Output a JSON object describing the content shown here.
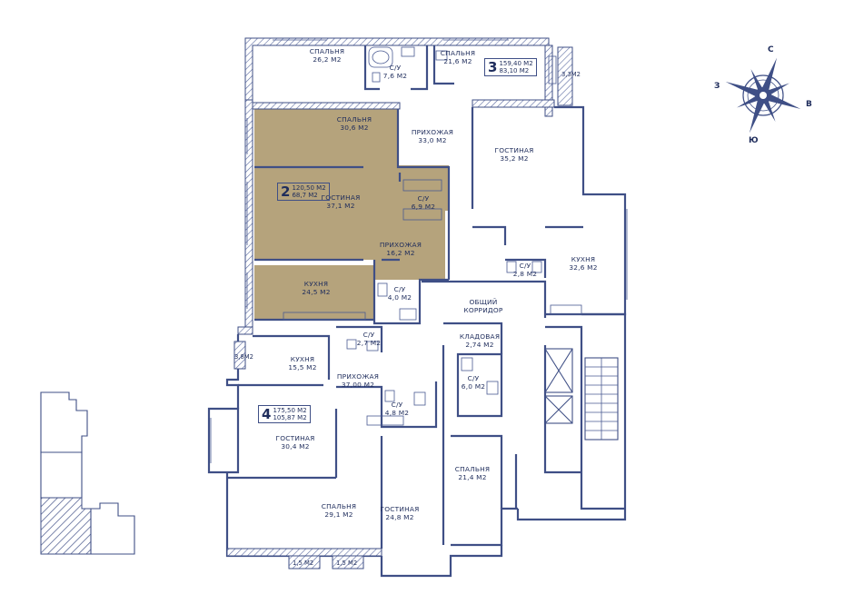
{
  "colors": {
    "wall": "#3f4f86",
    "label": "#1f2d5c",
    "selected_apartment": "#b5a37c",
    "background": "#ffffff"
  },
  "compass": {
    "north": "С",
    "south": "Ю",
    "west": "З",
    "east": "В"
  },
  "apartments": {
    "apt2": {
      "number": "2",
      "total_area": "120,50 М2",
      "living_area": "68,7 М2"
    },
    "apt3": {
      "number": "3",
      "total_area": "159,40 М2",
      "living_area": "83,10 М2"
    },
    "apt4": {
      "number": "4",
      "total_area": "175,50 М2",
      "living_area": "105,87 М2"
    }
  },
  "rooms": [
    {
      "name": "СПАЛЬНЯ",
      "area": "26,2 М2"
    },
    {
      "name": "С/У",
      "area": "7,6 М2"
    },
    {
      "name": "СПАЛЬНЯ",
      "area": "21,6 М2"
    },
    {
      "name": "СПАЛЬНЯ",
      "area": "30,6 М2"
    },
    {
      "name": "ПРИХОЖАЯ",
      "area": "33,0 М2"
    },
    {
      "name": "ГОСТИНАЯ",
      "area": "35,2 М2"
    },
    {
      "name": "ГОСТИНАЯ",
      "area": "37,1 М2"
    },
    {
      "name": "С/У",
      "area": "6,9 М2"
    },
    {
      "name": "ПРИХОЖАЯ",
      "area": "16,2 М2"
    },
    {
      "name": "С/У",
      "area": "2,8 М2"
    },
    {
      "name": "КУХНЯ",
      "area": "32,6 М2"
    },
    {
      "name": "КУХНЯ",
      "area": "24,5 М2"
    },
    {
      "name": "С/У",
      "area": "4,0 М2"
    },
    {
      "name": "ОБЩИЙ",
      "area": "КОРРИДОР"
    },
    {
      "name": "С/У",
      "area": "2,7 М2"
    },
    {
      "name": "КУХНЯ",
      "area": "15,5 М2"
    },
    {
      "name": "ПРИХОЖАЯ",
      "area": "37,00 М2"
    },
    {
      "name": "КЛАДОВАЯ",
      "area": "2,74 М2"
    },
    {
      "name": "С/У",
      "area": "6,0 М2"
    },
    {
      "name": "С/У",
      "area": "4,8 М2"
    },
    {
      "name": "ГОСТИНАЯ",
      "area": "30,4 М2"
    },
    {
      "name": "СПАЛЬНЯ",
      "area": "21,4 М2"
    },
    {
      "name": "СПАЛЬНЯ",
      "area": "29,1 М2"
    },
    {
      "name": "ГОСТИНАЯ",
      "area": "24,8 М2"
    }
  ],
  "balconies": {
    "east": "3,3М2",
    "west": "3,8М2",
    "south_left": "1,5 М2",
    "south_right": "1,5 М2"
  }
}
